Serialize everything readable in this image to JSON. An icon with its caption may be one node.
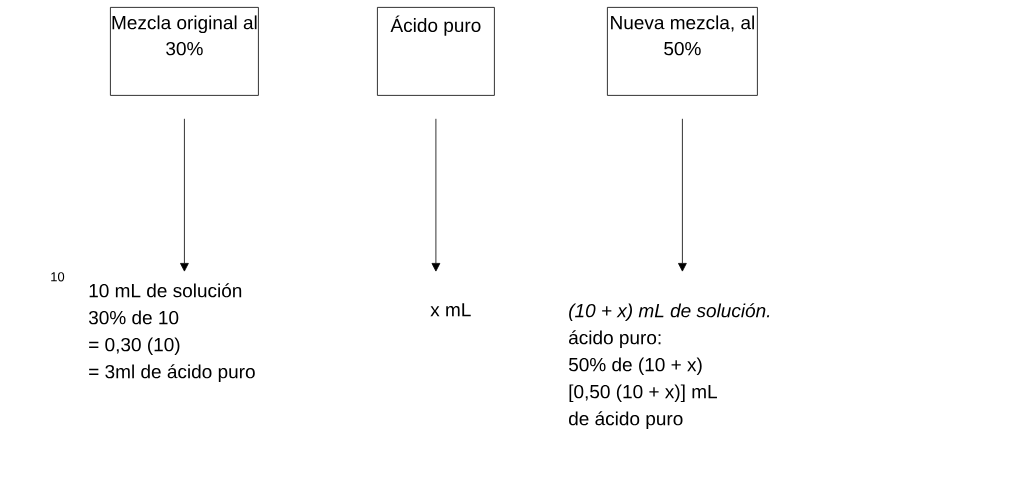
{
  "diagram": {
    "nodes": [
      {
        "text": [
          "Mezcla original al 30%"
        ]
      },
      {
        "text": [
          "Ácido puro"
        ]
      },
      {
        "text": [
          "Nueva mezcla, al 50%"
        ]
      },
      {
        "text": [
          "10 mL de solución",
          "30% de 10",
          "= 0,30 (10)",
          "= 3ml de ácido puro"
        ]
      },
      {
        "text": [
          "x mL"
        ]
      },
      {
        "text": [
          "*(10 + x) mL de solución.*",
          "ácido puro:",
          "50% de (10 + x)",
          "[0,50 (10 + x)] mL",
          "de ácido puro"
        ]
      }
    ],
    "edges": [
      {
        "from": 0,
        "to": 3,
        "arrow": "to"
      },
      {
        "from": 1,
        "to": 4,
        "arrow": "to"
      },
      {
        "from": 2,
        "to": 5,
        "arrow": "to"
      }
    ],
    "labels": [
      "10"
    ]
  }
}
